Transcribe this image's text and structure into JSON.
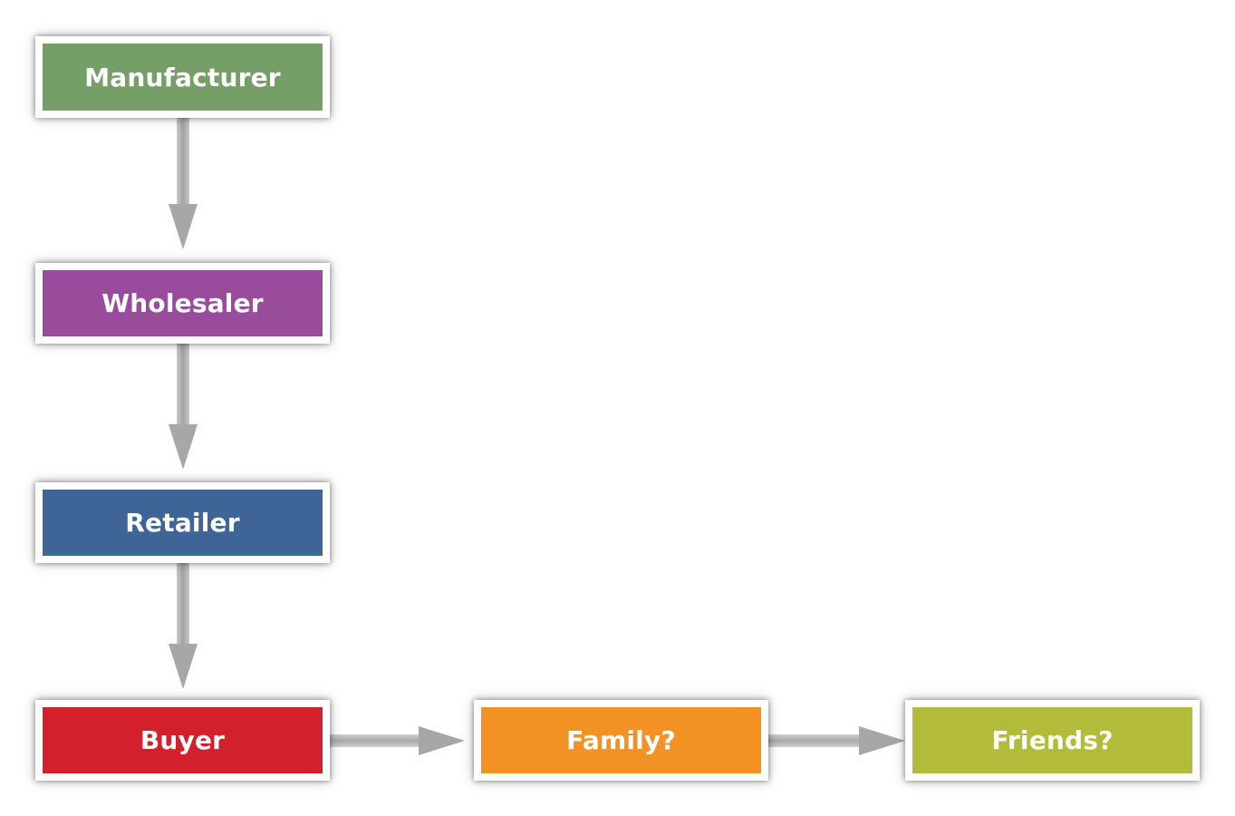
{
  "diagram": {
    "nodes": [
      {
        "id": "manufacturer",
        "label": "Manufacturer",
        "color": "#759F66"
      },
      {
        "id": "wholesaler",
        "label": "Wholesaler",
        "color": "#9A4C9C"
      },
      {
        "id": "retailer",
        "label": "Retailer",
        "color": "#3F6497"
      },
      {
        "id": "buyer",
        "label": "Buyer",
        "color": "#D2202D"
      },
      {
        "id": "family",
        "label": "Family?",
        "color": "#F39224"
      },
      {
        "id": "friends",
        "label": "Friends?",
        "color": "#B3BB3A"
      }
    ],
    "edges": [
      {
        "from": "manufacturer",
        "to": "wholesaler"
      },
      {
        "from": "wholesaler",
        "to": "retailer"
      },
      {
        "from": "retailer",
        "to": "buyer"
      },
      {
        "from": "buyer",
        "to": "family"
      },
      {
        "from": "family",
        "to": "friends"
      }
    ],
    "arrow_color": "#A9A9A9"
  }
}
